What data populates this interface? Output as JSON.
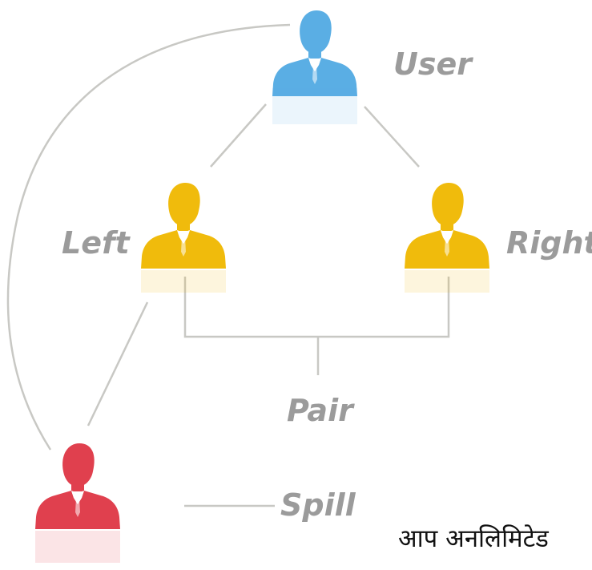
{
  "colors": {
    "user": "#5aaee4",
    "binary": "#f0bb0c",
    "spill": "#e0404e",
    "connector": "#c8c8c4",
    "label": "#9b9b9b"
  },
  "nodes": {
    "user": {
      "label": "User",
      "icon": "person-icon"
    },
    "left": {
      "label": "Left",
      "icon": "person-icon"
    },
    "right": {
      "label": "Right",
      "icon": "person-icon"
    },
    "spill": {
      "label": "Spill",
      "icon": "person-icon"
    }
  },
  "pair_label": "Pair",
  "caption": "आप अनलिमिटेड"
}
